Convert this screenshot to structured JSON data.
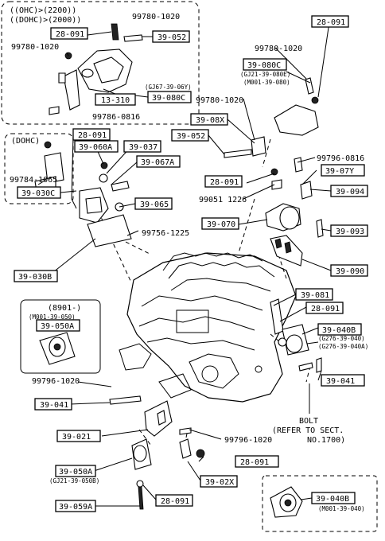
{
  "insets": {
    "ohc_header_1": "((OHC)>(2200))",
    "ohc_header_2": "((DOHC)>(2000))",
    "dohc_header": "(DOHC)",
    "model_8901_header": "(8901-)",
    "model_8901_sub": "(M001-39-050)"
  },
  "boxed_labels": [
    {
      "id": "b1",
      "text": "28-091"
    },
    {
      "id": "b2",
      "text": "39-052"
    },
    {
      "id": "b3",
      "text": "13-310"
    },
    {
      "id": "b4",
      "text": "39-080C"
    },
    {
      "id": "b5",
      "text": "28-091"
    },
    {
      "id": "b6",
      "text": "39-080C"
    },
    {
      "id": "b7",
      "text": "39-08X"
    },
    {
      "id": "b8",
      "text": "39-052"
    },
    {
      "id": "b9",
      "text": "28-091"
    },
    {
      "id": "b10",
      "text": "39-060A"
    },
    {
      "id": "b11",
      "text": "39-037"
    },
    {
      "id": "b12",
      "text": "39-067A"
    },
    {
      "id": "b13",
      "text": "39-030C"
    },
    {
      "id": "b14",
      "text": "39-065"
    },
    {
      "id": "b15",
      "text": "28-091"
    },
    {
      "id": "b16",
      "text": "39-07Y"
    },
    {
      "id": "b17",
      "text": "39-094"
    },
    {
      "id": "b18",
      "text": "39-070"
    },
    {
      "id": "b19",
      "text": "39-093"
    },
    {
      "id": "b20",
      "text": "39-030B"
    },
    {
      "id": "b21",
      "text": "39-090"
    },
    {
      "id": "b22",
      "text": "39-050A"
    },
    {
      "id": "b23",
      "text": "39-081"
    },
    {
      "id": "b24",
      "text": "28-091"
    },
    {
      "id": "b25",
      "text": "39-040B"
    },
    {
      "id": "b26",
      "text": "39-041"
    },
    {
      "id": "b27",
      "text": "39-041"
    },
    {
      "id": "b28",
      "text": "39-021"
    },
    {
      "id": "b29",
      "text": "28-091"
    },
    {
      "id": "b30",
      "text": "39-050A"
    },
    {
      "id": "b31",
      "text": "39-02X"
    },
    {
      "id": "b32",
      "text": "39-059A"
    },
    {
      "id": "b33",
      "text": "28-091"
    },
    {
      "id": "b34",
      "text": "39-040B"
    }
  ],
  "plain_labels": [
    {
      "id": "p1",
      "text": "99780-1020"
    },
    {
      "id": "p2",
      "text": "99780-1020"
    },
    {
      "id": "p3",
      "text": "(GJ67-39-06Y)"
    },
    {
      "id": "p4",
      "text": "99786-0816"
    },
    {
      "id": "p5",
      "text": "99780-1020"
    },
    {
      "id": "p6",
      "text": "(GJ21-39-080E)"
    },
    {
      "id": "p7",
      "text": "(M001-39-080)"
    },
    {
      "id": "p8",
      "text": "99780-1020"
    },
    {
      "id": "p9",
      "text": "99784-1065"
    },
    {
      "id": "p10",
      "text": "99796-0816"
    },
    {
      "id": "p11",
      "text": "99051 1226"
    },
    {
      "id": "p12",
      "text": "99756-1225"
    },
    {
      "id": "p13",
      "text": "(G276-39-040)"
    },
    {
      "id": "p14",
      "text": "(G276-39-040A)"
    },
    {
      "id": "p15",
      "text": "99796-1020"
    },
    {
      "id": "p16",
      "text": "BOLT"
    },
    {
      "id": "p17",
      "text": "(REFER TO SECT."
    },
    {
      "id": "p18",
      "text": "NO.1700)"
    },
    {
      "id": "p19",
      "text": "99796-1020"
    },
    {
      "id": "p20",
      "text": "(GJ21-39-050B)"
    },
    {
      "id": "p21",
      "text": "(M001-39-040)"
    }
  ]
}
